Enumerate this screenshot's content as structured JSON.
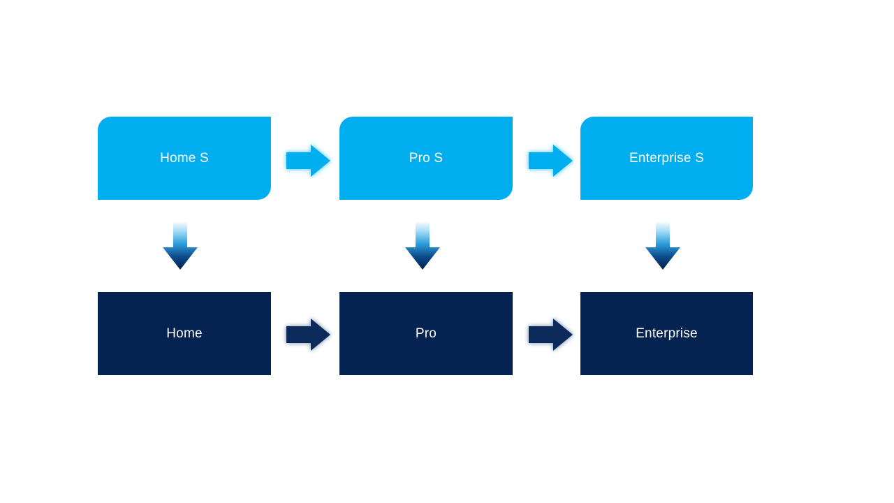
{
  "slide": {
    "background": "#ffffff",
    "top_row": {
      "fill": "#00aeef",
      "text_color": "#ffffff",
      "boxes": [
        {
          "label": "Home S"
        },
        {
          "label": "Pro S"
        },
        {
          "label": "Enterprise S"
        }
      ]
    },
    "bottom_row": {
      "fill": "#042351",
      "text_color": "#ffffff",
      "boxes": [
        {
          "label": "Home"
        },
        {
          "label": "Pro"
        },
        {
          "label": "Enterprise"
        }
      ]
    },
    "arrows": {
      "right_arrow_icon": "right-arrow-icon",
      "down_arrow_icon": "down-arrow-icon",
      "horizontal_top_color": "#00aeef",
      "horizontal_bottom_color": "#0b2a5a",
      "down_gradient": [
        "#f4fbff",
        "#a9def7",
        "#2e9fdd",
        "#0d4d8c",
        "#031f4e"
      ]
    }
  }
}
